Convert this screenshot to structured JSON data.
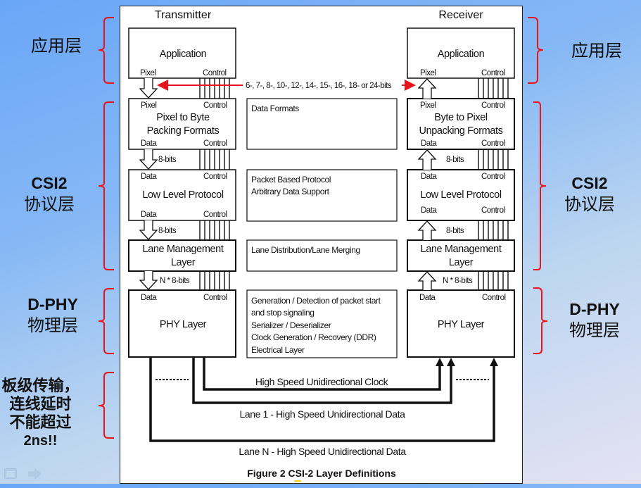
{
  "side_labels": {
    "left": {
      "application": "应用层",
      "csi2_title": "CSI2",
      "csi2_sub": "协议层",
      "dphy_title": "D-PHY",
      "dphy_sub": "物理层",
      "board_lines": [
        "板级传输，",
        "连线延时",
        "不能超过",
        "2ns!!"
      ]
    },
    "right": {
      "application": "应用层",
      "csi2_title": "CSI2",
      "csi2_sub": "协议层",
      "dphy_title": "D-PHY",
      "dphy_sub": "物理层"
    }
  },
  "diagram": {
    "transmitter_title": "Transmitter",
    "receiver_title": "Receiver",
    "bit_widths": "6-, 7-, 8-, 10-, 12-, 14-, 15-, 16-, 18- or 24-bits",
    "tx": {
      "application": {
        "title": "Application",
        "bottom_left": "Pixel",
        "bottom_right": "Control"
      },
      "pixel_to_byte": {
        "title_line1": "Pixel to Byte",
        "title_line2": "Packing Formats",
        "top_left": "Pixel",
        "top_right": "Control",
        "bottom_left": "Data",
        "bottom_right": "Control"
      },
      "low_level": {
        "title": "Low Level Protocol",
        "top_left": "Data",
        "top_right": "Control",
        "bottom_left": "Data",
        "bottom_right": "Control"
      },
      "lane_mgmt": {
        "title_line1": "Lane Management",
        "title_line2": "Layer"
      },
      "phy": {
        "title": "PHY Layer",
        "top_left": "Data",
        "top_right": "Control"
      },
      "width_8bits_1": "8-bits",
      "width_8bits_2": "8-bits",
      "width_n8bits": "N * 8-bits"
    },
    "rx": {
      "application": {
        "title": "Application",
        "bottom_left": "Pixel",
        "bottom_right": "Control"
      },
      "byte_to_pixel": {
        "title_line1": "Byte to Pixel",
        "title_line2": "Unpacking Formats",
        "top_left": "Pixel",
        "top_right": "Control",
        "bottom_left": "Data",
        "bottom_right": "Control"
      },
      "low_level": {
        "title": "Low Level Protocol",
        "top_left": "Data",
        "top_right": "Control",
        "bottom_left": "Data",
        "bottom_right": "Control"
      },
      "lane_mgmt": {
        "title_line1": "Lane Management",
        "title_line2": "Layer"
      },
      "phy": {
        "title": "PHY Layer",
        "top_left": "Data",
        "top_right": "Control"
      },
      "width_8bits_1": "8-bits",
      "width_8bits_2": "8-bits",
      "width_n8bits": "N * 8-bits"
    },
    "descriptions": {
      "data_formats": [
        "Data Formats"
      ],
      "protocol": [
        "Packet Based Protocol",
        "Arbitrary Data Support"
      ],
      "lane": [
        "Lane Distribution/Lane Merging"
      ],
      "phy": [
        "Generation / Detection of packet start",
        "and stop signaling",
        "Serializer / Deserializer",
        "Clock Generation / Recovery (DDR)",
        "Electrical Layer"
      ]
    },
    "links": {
      "clock": "High Speed Unidirectional Clock",
      "lane1": "Lane 1 - High Speed Unidirectional Data",
      "laneN": "Lane N - High Speed Unidirectional Data"
    },
    "caption": "Figure 2 CSI-2 Layer Definitions"
  },
  "colors": {
    "brace": "#e8141c",
    "arrow_red": "#e8141c"
  }
}
